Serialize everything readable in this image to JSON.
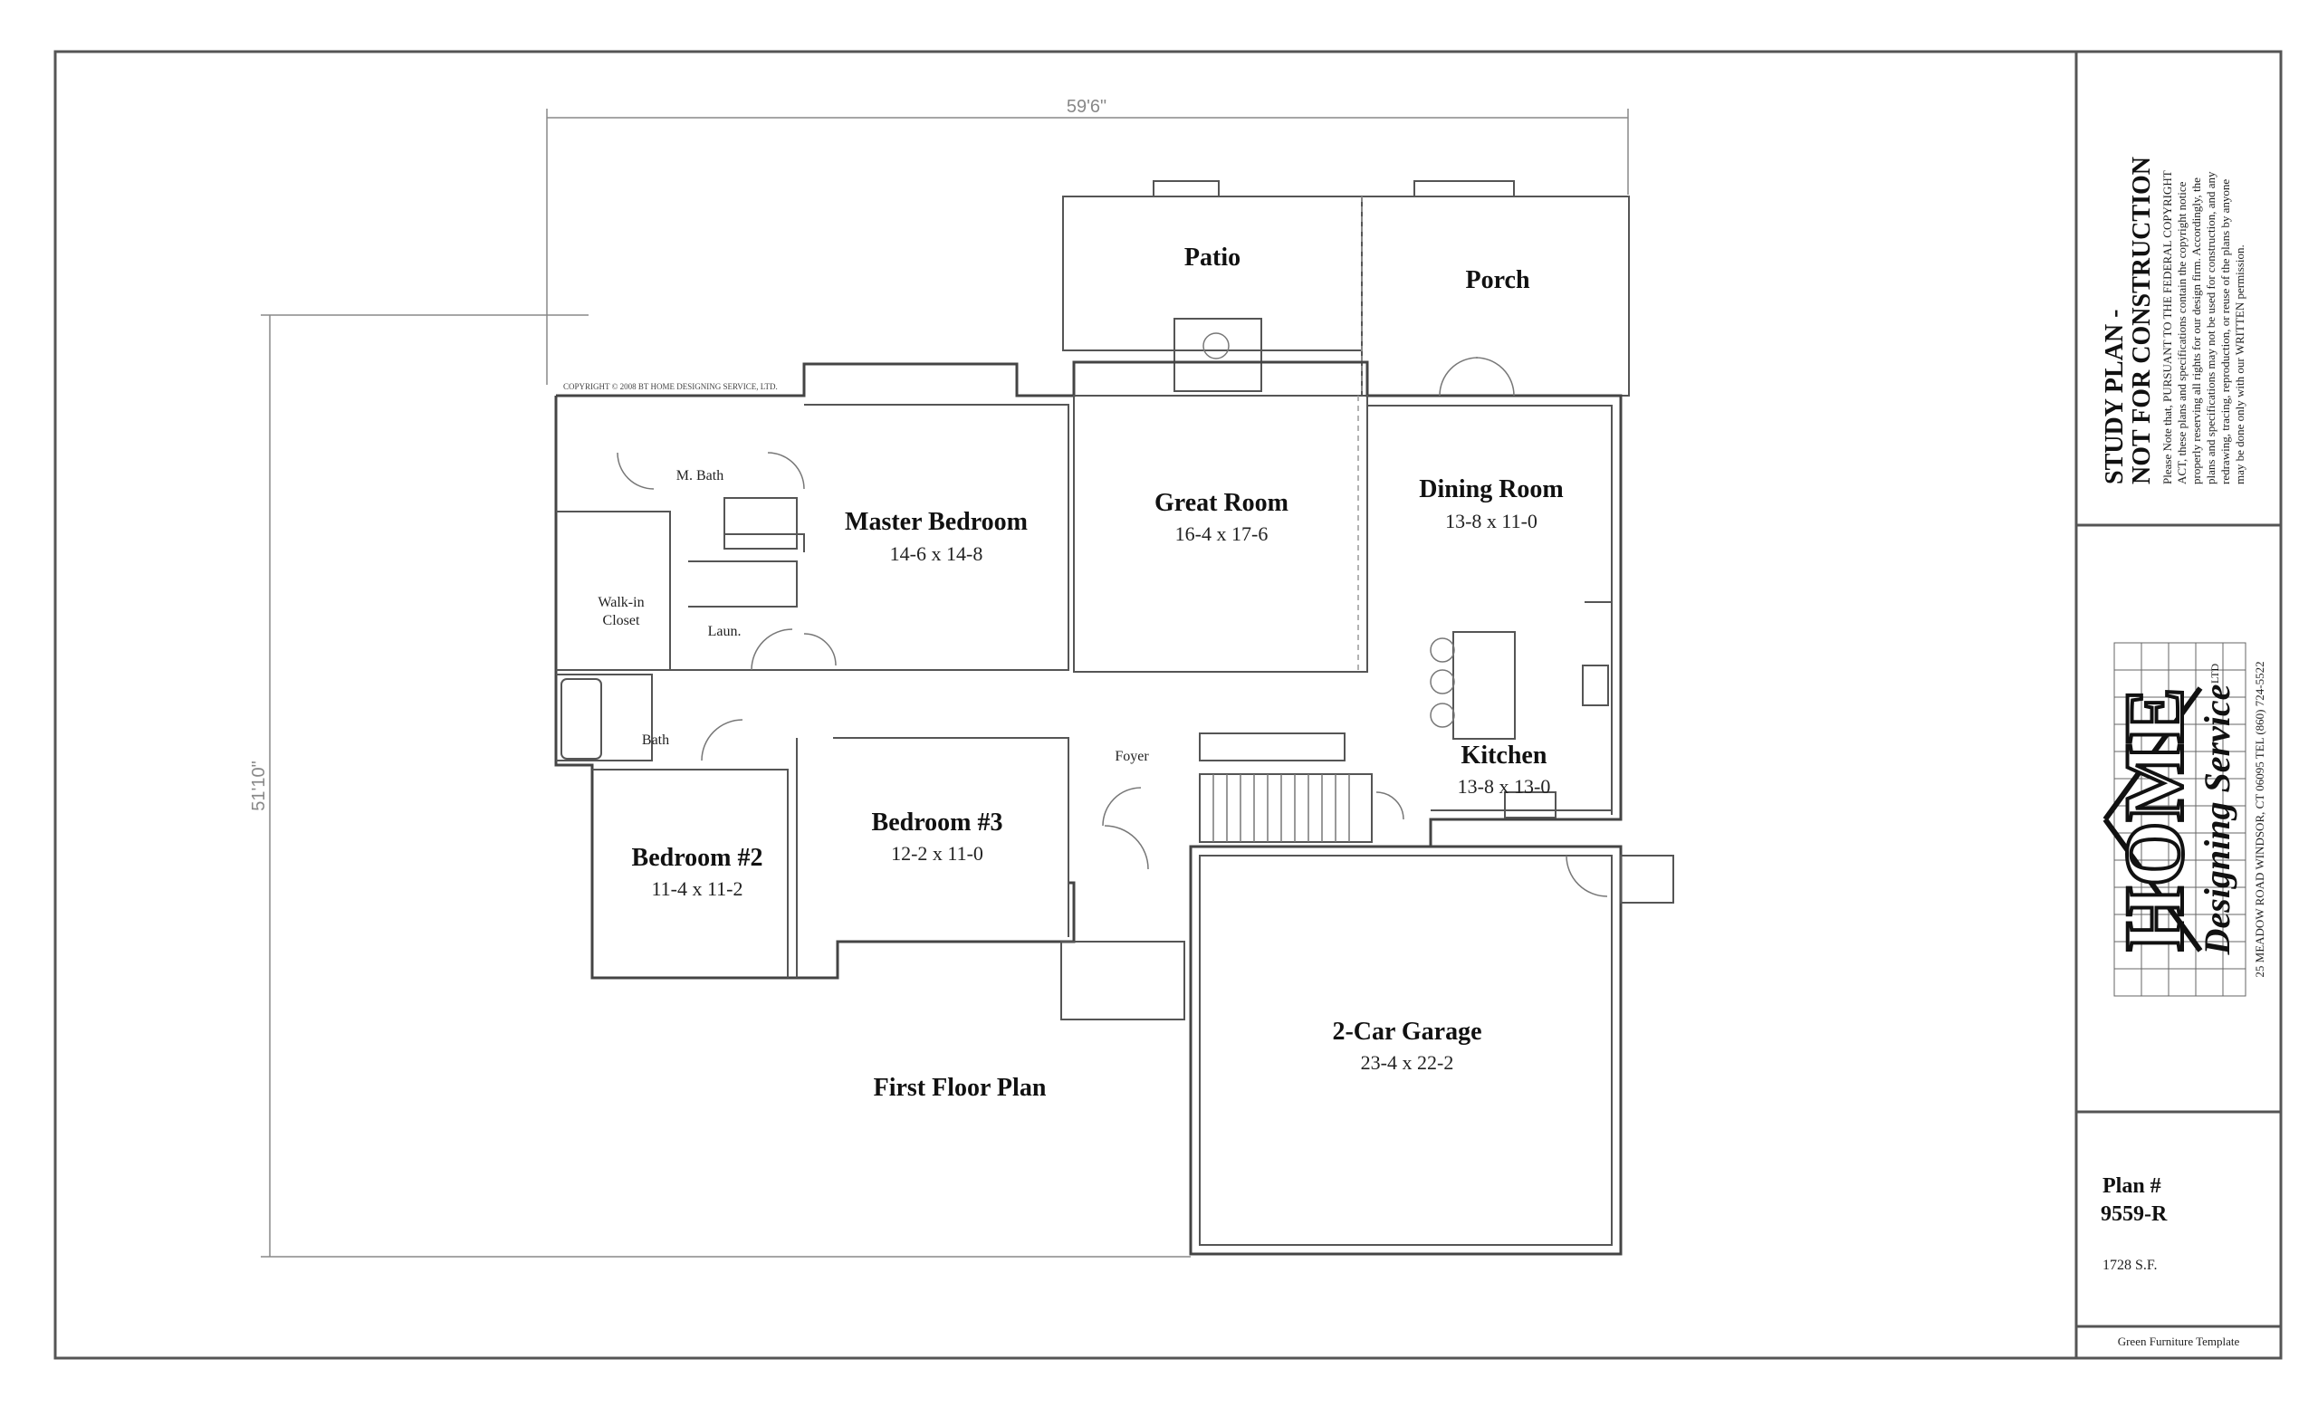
{
  "dimensions": {
    "width": "59'6\"",
    "depth": "51'10\""
  },
  "copyright": "COPYRIGHT © 2008 BT HOME DESIGNING SERVICE, LTD.",
  "rooms": {
    "patio": {
      "name": "Patio"
    },
    "porch": {
      "name": "Porch"
    },
    "great_room": {
      "name": "Great Room",
      "size": "16-4 x 17-6"
    },
    "dining_room": {
      "name": "Dining Room",
      "size": "13-8 x 11-0"
    },
    "master_bedroom": {
      "name": "Master Bedroom",
      "size": "14-6 x 14-8"
    },
    "m_bath": {
      "name": "M. Bath"
    },
    "walkin_closet": {
      "name_line1": "Walk-in",
      "name_line2": "Closet"
    },
    "laundry": {
      "name": "Laun."
    },
    "bath": {
      "name": "Bath"
    },
    "kitchen": {
      "name": "Kitchen",
      "size": "13-8 x 13-0"
    },
    "foyer": {
      "name": "Foyer"
    },
    "bedroom2": {
      "name": "Bedroom #2",
      "size": "11-4 x 11-2"
    },
    "bedroom3": {
      "name": "Bedroom #3",
      "size": "12-2 x 11-0"
    },
    "garage": {
      "name": "2-Car Garage",
      "size": "23-4 x 22-2"
    }
  },
  "plan_title": "First Floor Plan",
  "title_block": {
    "study_line1": "STUDY PLAN -",
    "study_line2": "NOT FOR CONSTRUCTION",
    "notice": [
      "Please Note that, PURSUANT TO THE FEDERAL COPYRIGHT",
      "ACT, these plans and specifications contain the copyright notice",
      "properly reserving all rights for our design firm. Accordingly, the",
      "plans and specifications may not be used for construction, and any",
      "redrawing, tracing, reproduction, or reuse of the plans by anyone",
      "may be done only with our WRITTEN permission."
    ],
    "logo_text": "HOME",
    "logo_script": "Designing Service",
    "logo_ltd": "LTD",
    "address": "25 MEADOW ROAD   WINDSOR, CT 06095   TEL (860) 724-5522",
    "plan_label": "Plan #",
    "plan_number": "9559-R",
    "area": "1728 S.F.",
    "template": "Green Furniture Template"
  }
}
